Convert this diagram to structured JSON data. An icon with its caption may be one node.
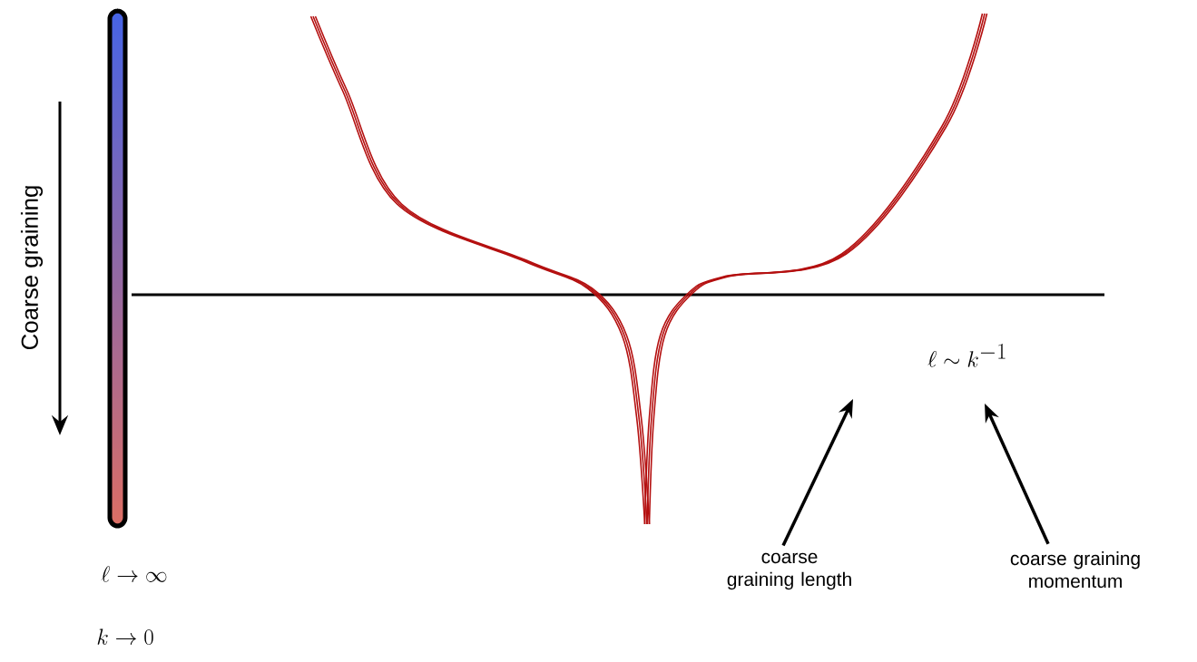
{
  "diagram": {
    "nodes": [
      {
        "text": [
          "coarse graining length"
        ]
      },
      {
        "text": [
          "coarse graining momentum"
        ]
      }
    ],
    "edges": [
      {
        "from": 0,
        "to": null,
        "arrow": "to"
      },
      {
        "from": 1,
        "to": null,
        "arrow": "to"
      }
    ],
    "labels": [
      "Coarse graining",
      "\\ell \\sim k^{-1}",
      "\\ell \\to \\infty",
      "k \\to 0"
    ]
  }
}
